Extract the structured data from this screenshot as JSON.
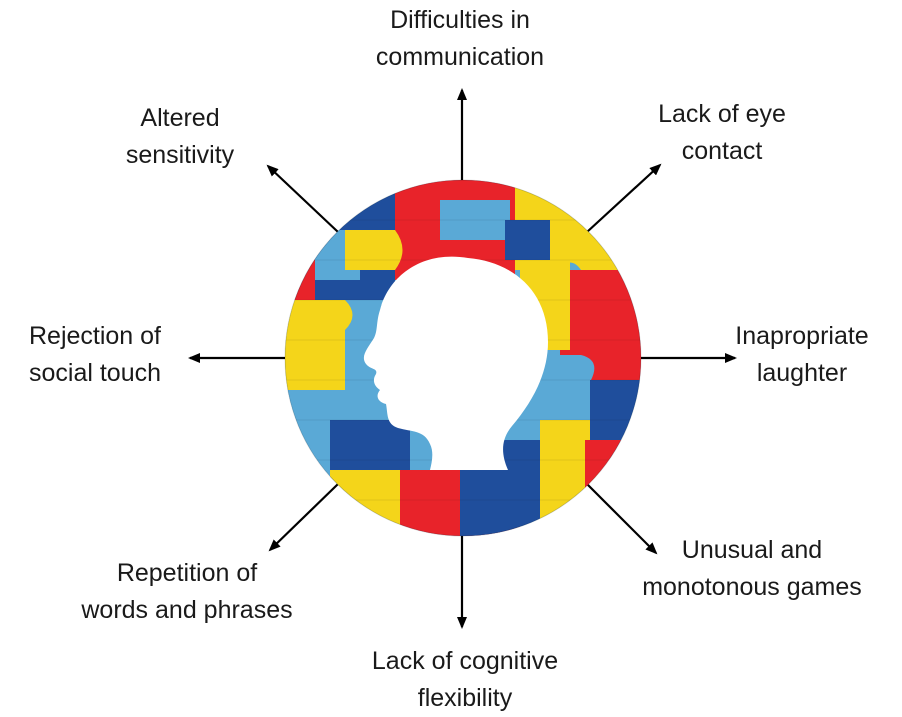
{
  "center": {
    "image": "head-silhouette-on-puzzle-pieces",
    "puzzle_colors": [
      "#1f4e9c",
      "#e8232a",
      "#f4d51a",
      "#5aa9d6"
    ]
  },
  "labels": {
    "top": [
      "Difficulties in",
      "communication"
    ],
    "top_right": [
      "Lack of eye",
      "contact"
    ],
    "right": [
      "Inapropriate",
      "laughter"
    ],
    "bottom_right": [
      "Unusual and",
      "monotonous games"
    ],
    "bottom": [
      "Lack of cognitive",
      "flexibility"
    ],
    "bottom_left": [
      "Repetition of",
      "words and phrases"
    ],
    "left": [
      "Rejection of",
      "social touch"
    ],
    "top_left": [
      "Altered",
      "sensitivity"
    ]
  }
}
